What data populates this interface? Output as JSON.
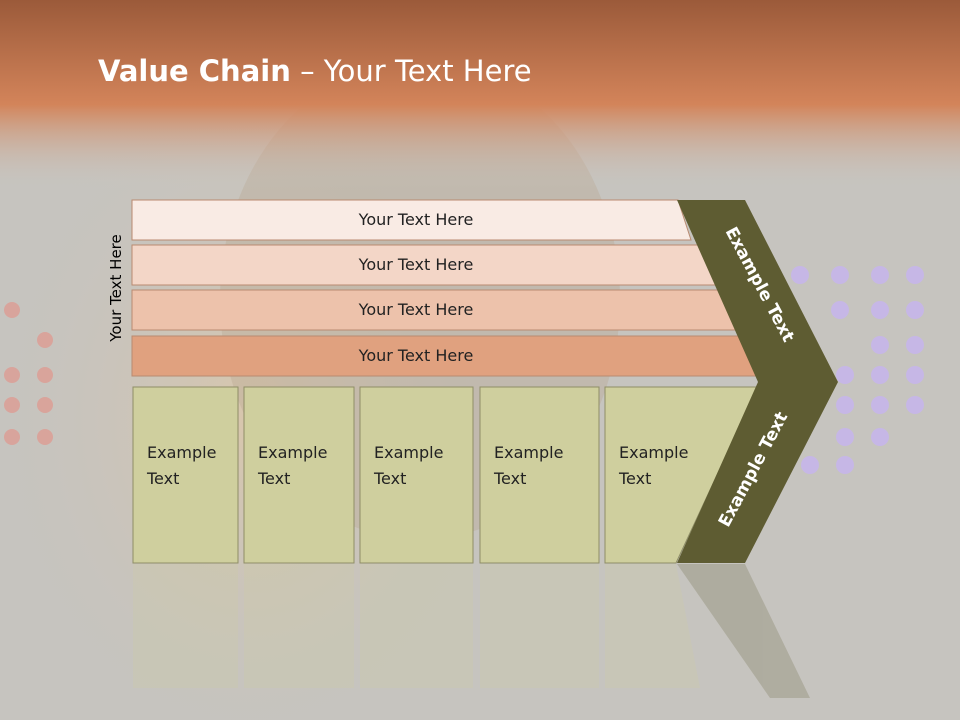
{
  "slide": {
    "title_bold": "Value Chain",
    "title_rest": " – Your Text Here",
    "side_label": "Your Text Here"
  },
  "bars": [
    {
      "label": "Your Text Here",
      "fill": "#f9ebe4"
    },
    {
      "label": "Your Text Here",
      "fill": "#f3d6c7"
    },
    {
      "label": "Your Text Here",
      "fill": "#edc2ab"
    },
    {
      "label": "Your Text Here",
      "fill": "#e0a17f"
    }
  ],
  "columns": [
    {
      "line1": "Example",
      "line2": "Text"
    },
    {
      "line1": "Example",
      "line2": "Text"
    },
    {
      "line1": "Example",
      "line2": "Text"
    },
    {
      "line1": "Example",
      "line2": "Text"
    },
    {
      "line1": "Example",
      "line2": "Text"
    }
  ],
  "chevron": {
    "upper_label": "Example Text",
    "lower_label": "Example Text",
    "fill": "#5e5c32"
  },
  "colors": {
    "header": "#c87a50",
    "column_fill": "#cfcf9e",
    "column_stroke": "#8f8e66"
  }
}
